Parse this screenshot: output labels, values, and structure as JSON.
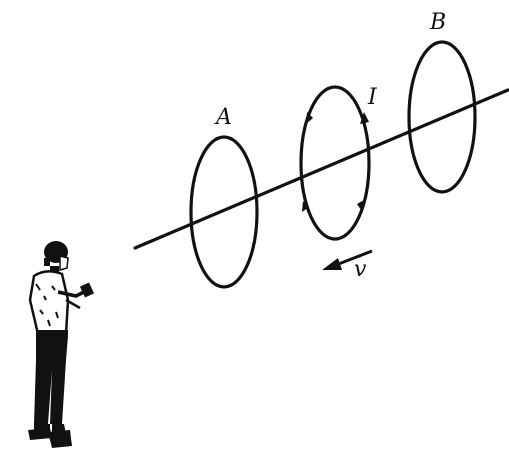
{
  "labels": {
    "loop_a": "A",
    "loop_b": "B",
    "current": "I",
    "velocity": "v"
  },
  "colors": {
    "ink": "#111111",
    "background": "#ffffff"
  },
  "figure": {
    "description_icon": "observer-figure-icon"
  }
}
